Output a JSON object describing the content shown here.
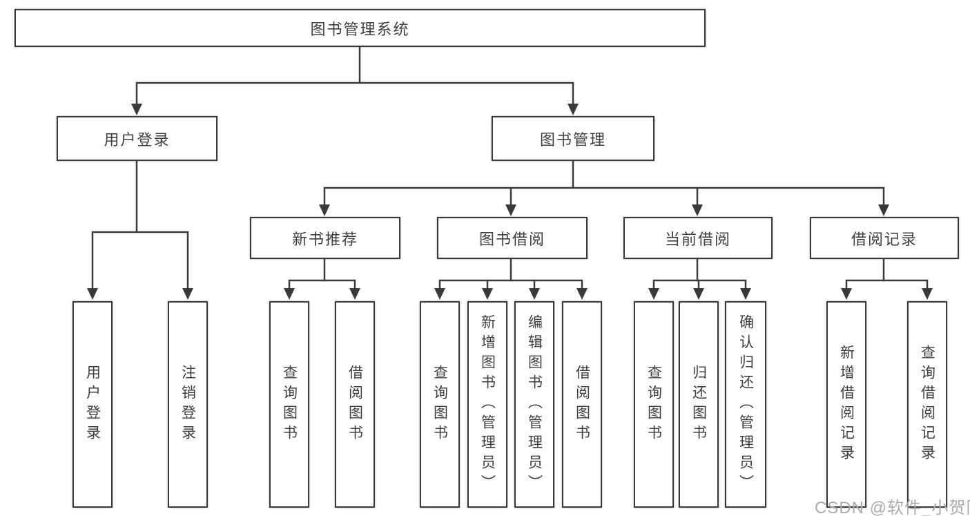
{
  "diagram_title": "图书管理系统",
  "nodes": {
    "root": "图书管理系统",
    "user_login": "用户登录",
    "book_mgmt": "图书管理",
    "new_book_rec": "新书推荐",
    "book_borrow": "图书借阅",
    "current_borrow": "当前借阅",
    "borrow_records": "借阅记录",
    "leaf_user_login": "用户登录",
    "leaf_logout": "注销登录",
    "leaf_rec_query_book": "查询图书",
    "leaf_rec_borrow_book": "借阅图书",
    "leaf_bb_query_book": "查询图书",
    "leaf_bb_add_book": "新增图书（管理员）",
    "leaf_bb_edit_book": "编辑图书（管理员）",
    "leaf_bb_borrow_book": "借阅图书",
    "leaf_cb_query_book": "查询图书",
    "leaf_cb_return_book": "归还图书",
    "leaf_cb_confirm_return": "确认归还（管理员）",
    "leaf_br_add_record": "新增借阅记录",
    "leaf_br_query_record": "查询借阅记录"
  },
  "watermark": "CSDN @软件_小贺同学",
  "colors": {
    "line": "#3a3a3a",
    "text": "#3f3f3f",
    "watermark": "#ababab",
    "background": "#ffffff"
  }
}
